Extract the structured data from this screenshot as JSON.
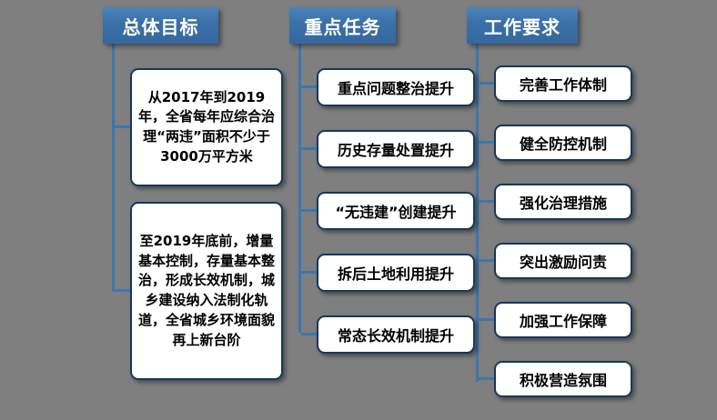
{
  "background_color": "#7f7f7f",
  "colors": {
    "header_blue": "#3d76ae",
    "connector_blue": "#3d76ae",
    "box_border_navy": "#17375e",
    "box_fill": "#ffffff",
    "header_text": "#ffffff",
    "box_text": "#000000"
  },
  "columns": [
    {
      "header": "总体目标",
      "items": [
        "从2017年到2019年，全省每年应综合治理“两违”面积不少于3000万平方米",
        "至2019年底前，增量基本控制，存量基本整治，形成长效机制，城乡建设纳入法制化轨道，全省城乡环境面貌再上新台阶"
      ]
    },
    {
      "header": "重点任务",
      "items": [
        "重点问题整治提升",
        "历史存量处置提升",
        "“无违建”创建提升",
        "拆后土地利用提升",
        "常态长效机制提升"
      ]
    },
    {
      "header": "工作要求",
      "items": [
        "完善工作体制",
        "健全防控机制",
        "强化治理措施",
        "突出激励问责",
        "加强工作保障",
        "积极营造氛围"
      ]
    }
  ]
}
